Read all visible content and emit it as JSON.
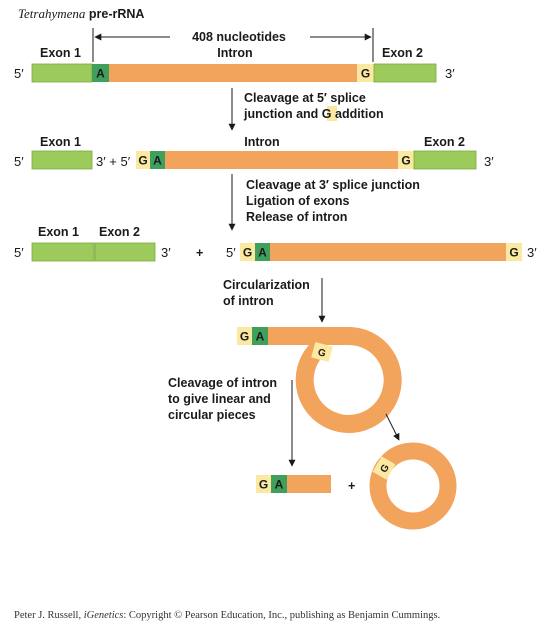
{
  "title": {
    "organism": "Tetrahymena",
    "suffix": " pre-rRNA"
  },
  "colors": {
    "exon": "#9ccb5b",
    "exon_edge": "#7aa83f",
    "intron": "#f2a35c",
    "intron_edge": "#d9853a",
    "a_box": "#3f9f5c",
    "g_box": "#fbe9a2",
    "text": "#1a1a1a"
  },
  "row1": {
    "length_label": "408 nucleotides",
    "intron_label": "Intron",
    "exon1_label": "Exon 1",
    "exon2_label": "Exon 2",
    "five_prime": "5′",
    "three_prime": "3′",
    "a_base": "A",
    "g_base": "G"
  },
  "step1": {
    "line1": "Cleavage at 5′ splice",
    "line2a": "junction and ",
    "line2g": "G",
    "line2b": " addition"
  },
  "row2": {
    "exon1_label": "Exon 1",
    "intron_label": "Intron",
    "exon2_label": "Exon 2",
    "five_prime": "5′",
    "three_prime_plus": "3′ + 5′",
    "g_added": "G",
    "a_base": "A",
    "g_base": "G",
    "three_prime": "3′"
  },
  "step2": {
    "line1": "Cleavage at 3′ splice junction",
    "line2": "Ligation of exons",
    "line3": "Release of intron"
  },
  "row3": {
    "exon1_label": "Exon 1",
    "exon2_label": "Exon 2",
    "five_prime": "5′",
    "three_prime": "3′",
    "plus": "+",
    "intron_five_prime": "5′",
    "g_added": "G",
    "a_base": "A",
    "g_base": "G",
    "intron_three_prime": "3′"
  },
  "step3": {
    "line1": "Circularization",
    "line2": "of intron"
  },
  "lariat": {
    "g_added": "G",
    "a_base": "A",
    "g_base": "G"
  },
  "step4": {
    "line1": "Cleavage of intron",
    "line2": "to give linear and",
    "line3": "circular pieces"
  },
  "products": {
    "g_added": "G",
    "a_base": "A",
    "plus": "+",
    "g_base": "G"
  },
  "footer": {
    "author": "Peter J. Russell, ",
    "book": "iGenetics",
    "rest": ": Copyright © Pearson Education, Inc., publishing as Benjamin Cummings."
  }
}
